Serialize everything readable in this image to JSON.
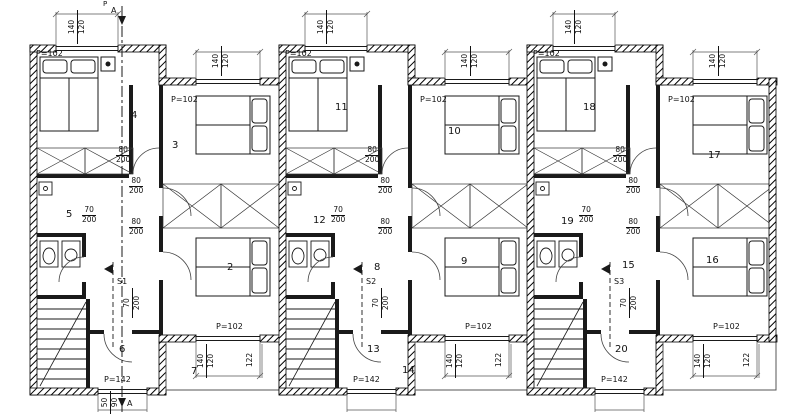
{
  "plan": {
    "section_prefix": "P",
    "section_label": "A",
    "markers": {
      "s1": "S1",
      "s2": "S2",
      "s3": "S3"
    },
    "parapet": {
      "p102": "P=102",
      "p142": "P=142"
    },
    "dims": {
      "w140": "140",
      "h120": "120",
      "d122": "122",
      "w80": "80",
      "w70": "70",
      "h200": "200",
      "w50": "50",
      "w90": "90"
    },
    "rooms": [
      "2",
      "3",
      "4",
      "5",
      "6",
      "7",
      "8",
      "9",
      "10",
      "11",
      "12",
      "13",
      "14",
      "15",
      "16",
      "17",
      "18",
      "19",
      "20"
    ]
  }
}
